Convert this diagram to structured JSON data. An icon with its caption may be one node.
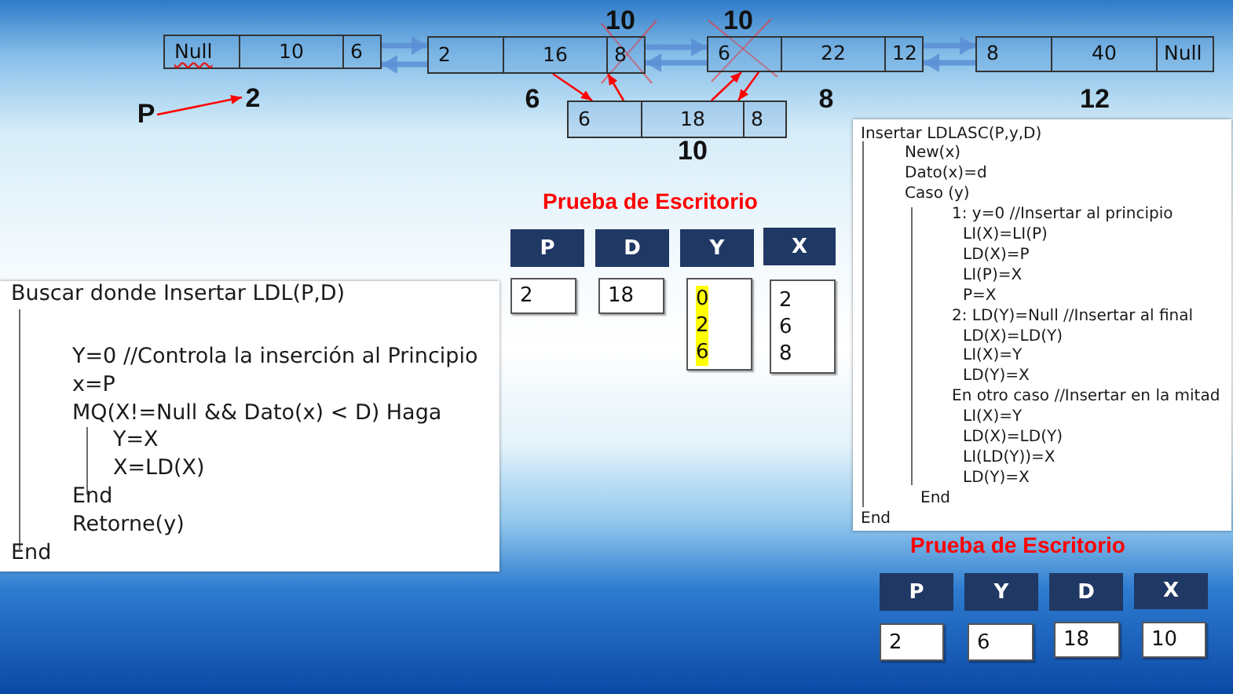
{
  "diagram": {
    "nodes": [
      {
        "text": [
          "Null",
          "10",
          "6"
        ]
      },
      {
        "text": [
          "2",
          "16",
          "8"
        ],
        "beside": [
          "10",
          "6"
        ]
      },
      {
        "text": [
          "6",
          "22",
          "12"
        ],
        "beside": [
          "10",
          "8"
        ]
      },
      {
        "text": [
          "8",
          "40",
          "Null"
        ],
        "beside": [
          "12"
        ]
      },
      {
        "text": [
          "P"
        ]
      },
      {
        "text": [
          "2"
        ]
      },
      {
        "text": [
          "6",
          "18",
          "8"
        ],
        "beside": [
          "10"
        ]
      },
      {
        "text": [
          "P"
        ]
      },
      {
        "text": [
          "D"
        ]
      },
      {
        "text": [
          "Y"
        ]
      },
      {
        "text": [
          "X"
        ]
      },
      {
        "text": [
          "2"
        ]
      },
      {
        "text": [
          "18"
        ]
      },
      {
        "text": [
          "0",
          "2",
          "6"
        ]
      },
      {
        "text": [
          "2",
          "6",
          "8"
        ]
      },
      {
        "text": [
          "Buscar donde Insertar LDL(P,D)",
          "Y=0 //Controla la inserción al Principio",
          "x=P",
          "MQ(X!=Null && Dato(x) < D) Haga",
          "Y=X",
          "X=LD(X)",
          "End",
          "Retorne(y)",
          "End"
        ]
      },
      {
        "text": [
          "Insertar LDLASC(P,y,D)",
          "New(x)",
          "Dato(x)=d",
          "Caso (y)",
          "1: y=0 //Insertar al principio",
          "LI(X)=LI(P)",
          "LD(X)=P",
          "LI(P)=X",
          "P=X",
          "2: LD(Y)=Null //Insertar al final",
          "LD(X)=LD(Y)",
          "LI(X)=Y",
          "LD(Y)=X",
          "En otro caso //Insertar en la mitad",
          "LI(X)=Y",
          "LD(X)=LD(Y)",
          "LI(LD(Y))=X",
          "LD(Y)=X",
          "End",
          "End"
        ]
      },
      {
        "text": [
          "P"
        ]
      },
      {
        "text": [
          "Y"
        ]
      },
      {
        "text": [
          "D"
        ]
      },
      {
        "text": [
          "X"
        ]
      },
      {
        "text": [
          "2"
        ]
      },
      {
        "text": [
          "6"
        ]
      },
      {
        "text": [
          "18"
        ]
      },
      {
        "text": [
          "10"
        ]
      }
    ],
    "edges": [
      {
        "from": 0,
        "to": 1,
        "arrow": "to"
      },
      {
        "from": 1,
        "to": 0,
        "arrow": "to"
      },
      {
        "from": 1,
        "to": 2,
        "arrow": "to"
      },
      {
        "from": 2,
        "to": 1,
        "arrow": "to"
      },
      {
        "from": 2,
        "to": 3,
        "arrow": "to"
      },
      {
        "from": 3,
        "to": 2,
        "arrow": "to"
      },
      {
        "from": 4,
        "to": 5,
        "arrow": "to",
        "color": "#ff0000"
      },
      {
        "from": 1,
        "to": 6,
        "arrow": "to",
        "color": "#ff0000"
      },
      {
        "from": 6,
        "to": 1,
        "arrow": "to",
        "color": "#ff0000"
      },
      {
        "from": 6,
        "to": 2,
        "arrow": "to",
        "color": "#ff0000"
      },
      {
        "from": 2,
        "to": 6,
        "arrow": "to",
        "color": "#ff0000"
      }
    ],
    "labels": [
      "Prueba de Escritorio",
      "Prueba de Escritorio"
    ]
  }
}
